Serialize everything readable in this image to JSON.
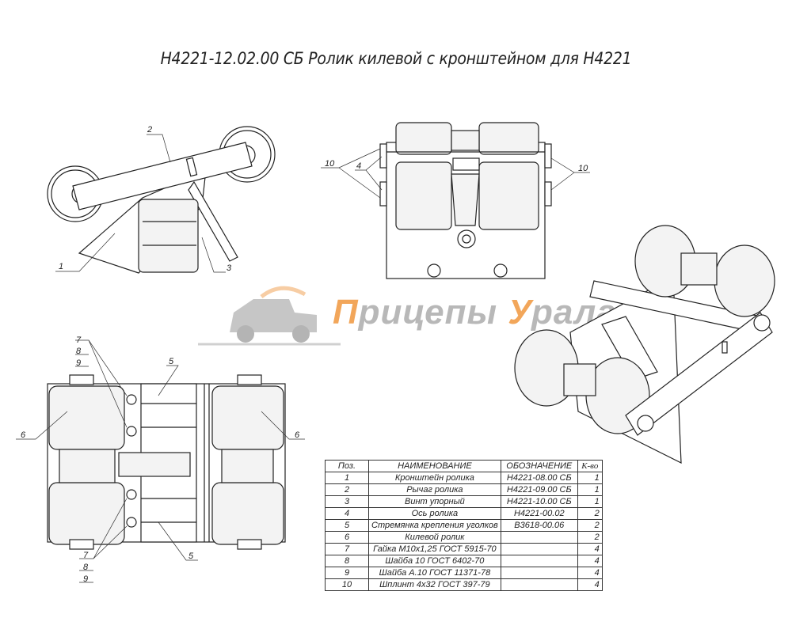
{
  "title": "Н4221-12.02.00 СБ Ролик килевой с кронштейном для Н4221",
  "watermark": {
    "part1_initial": "П",
    "part1_rest": "рицепы ",
    "part2_initial": "У",
    "part2_rest": "рала",
    "accent_color": "#f2a65a"
  },
  "callouts": {
    "side_view": [
      "2",
      "1",
      "3"
    ],
    "front_view": [
      "10",
      "4",
      "10"
    ],
    "top_view_upper": [
      "7",
      "8",
      "9",
      "5"
    ],
    "top_view_sides": [
      "6",
      "6"
    ],
    "top_view_lower": [
      "7",
      "8",
      "9",
      "5"
    ]
  },
  "spec_table": {
    "headers": [
      "Поз.",
      "НАИМЕНОВАНИЕ",
      "ОБОЗНАЧЕНИЕ",
      "К-во"
    ],
    "rows": [
      [
        "1",
        "Кронштейн ролика",
        "Н4221-08.00 СБ",
        "1"
      ],
      [
        "2",
        "Рычаг ролика",
        "Н4221-09.00 СБ",
        "1"
      ],
      [
        "3",
        "Винт упорный",
        "Н4221-10.00 СБ",
        "1"
      ],
      [
        "4",
        "Ось ролика",
        "Н4221-00.02",
        "2"
      ],
      [
        "5",
        "Стремянка крепления уголков",
        "В3618-00.06",
        "2"
      ],
      [
        "6",
        "Килевой ролик",
        "",
        "2"
      ],
      [
        "7",
        "Гайка М10х1,25 ГОСТ 5915-70",
        "",
        "4"
      ],
      [
        "8",
        "Шайба 10 ГОСТ 6402-70",
        "",
        "4"
      ],
      [
        "9",
        "Шайба А.10 ГОСТ 11371-78",
        "",
        "4"
      ],
      [
        "10",
        "Шплинт 4х32 ГОСТ 397-79",
        "",
        "4"
      ]
    ]
  }
}
